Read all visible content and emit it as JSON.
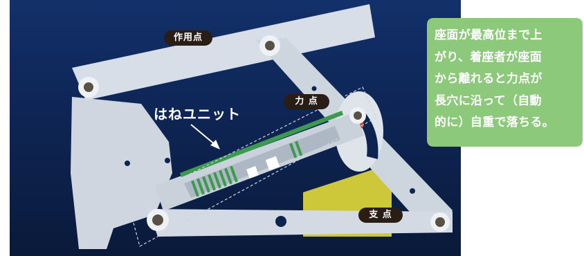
{
  "labels": {
    "sakuyouten": "作用点",
    "rikiten": "力 点",
    "shiten": "支 点",
    "spring_unit": "はねユニット"
  },
  "callout": {
    "lines": [
      "座面が最高位まで上",
      "がり、着座者が座面",
      "から離れると力点が",
      "長穴に沿って（自動",
      "的に）自重で落ちる。"
    ]
  },
  "colors": {
    "background": "#0f2a5c",
    "plate": "#d6dde6",
    "callout": "#8cc97a",
    "pill": "#2a1d16",
    "spring": "#3c9a4e",
    "yellow_part": "#d8d23a",
    "accent_red": "#d0433a"
  },
  "icons": {
    "arrow": "arrow-icon"
  }
}
